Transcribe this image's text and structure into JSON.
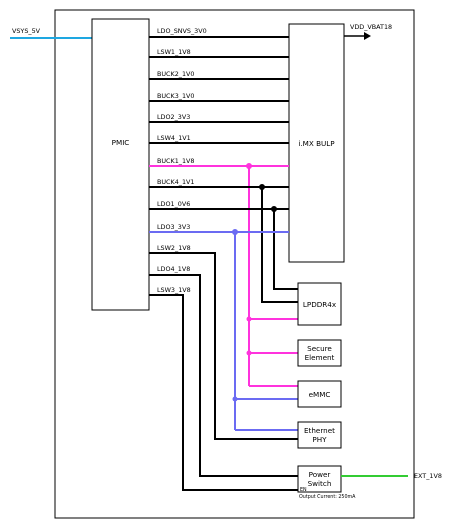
{
  "colors": {
    "stroke": "#000000",
    "vsys": "#1ea7e1",
    "ext": "#33cc33",
    "magenta": "#ff33dd",
    "blue": "#6b6bf2"
  },
  "inputs": {
    "vsys": "VSYS_5V"
  },
  "outputs": {
    "vdd_vbat": "VDD_VBAT18",
    "ext": "EXT_1V8"
  },
  "blocks": {
    "pmic": "PMIC",
    "imx": "i.MX BULP",
    "lpddr": "LPDDR4x",
    "secure_line1": "Secure",
    "secure_line2": "Element",
    "emmc": "eMMC",
    "eth_line1": "Ethernet",
    "eth_line2": "PHY",
    "ps_line1": "Power",
    "ps_line2": "Switch",
    "ps_en": "EN",
    "ps_current": "Output Current: 250mA"
  },
  "rails": [
    "LDO_SNVS_3V0",
    "LSW1_1V8",
    "BUCK2_1V0",
    "BUCK3_1V0",
    "LDO2_3V3",
    "LSW4_1V1",
    "BUCK1_1V8",
    "BUCK4_1V1",
    "LDO1_0V6",
    "LDO3_3V3",
    "LSW2_1V8",
    "LDO4_1V8",
    "LSW3_1V8"
  ]
}
